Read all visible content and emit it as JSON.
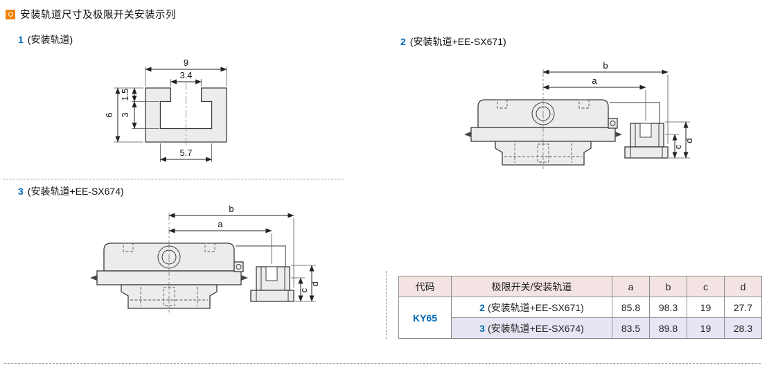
{
  "page": {
    "title": "安装轨道尺寸及极限开关安装示列"
  },
  "sections": [
    {
      "num": "1",
      "label": "(安装轨道)"
    },
    {
      "num": "2",
      "label": "(安装轨道+EE-SX671)"
    },
    {
      "num": "3",
      "label": "(安装轨道+EE-SX674)"
    }
  ],
  "rail_dims": {
    "top_width": "9",
    "slot_width": "3.4",
    "lip_height": "1.5",
    "height": "6",
    "inner_depth": "3",
    "bottom_width": "5.7"
  },
  "guide_dims": {
    "a": "a",
    "b": "b",
    "c": "c",
    "d": "d"
  },
  "table": {
    "headers": [
      "代码",
      "极限开关/安装轨道",
      "a",
      "b",
      "c",
      "d"
    ],
    "code": "KY65",
    "rows": [
      {
        "num": "2",
        "label": "(安装轨道+EE-SX671)",
        "a": "85.8",
        "b": "98.3",
        "c": "19",
        "d": "27.7"
      },
      {
        "num": "3",
        "label": "(安装轨道+EE-SX674)",
        "a": "83.5",
        "b": "89.8",
        "c": "19",
        "d": "28.3"
      }
    ]
  },
  "colors": {
    "accent_blue": "#0068b7",
    "marker_orange": "#f08300",
    "table_header_bg": "#f3e3e3",
    "table_alt_bg": "#e6e5f3"
  }
}
